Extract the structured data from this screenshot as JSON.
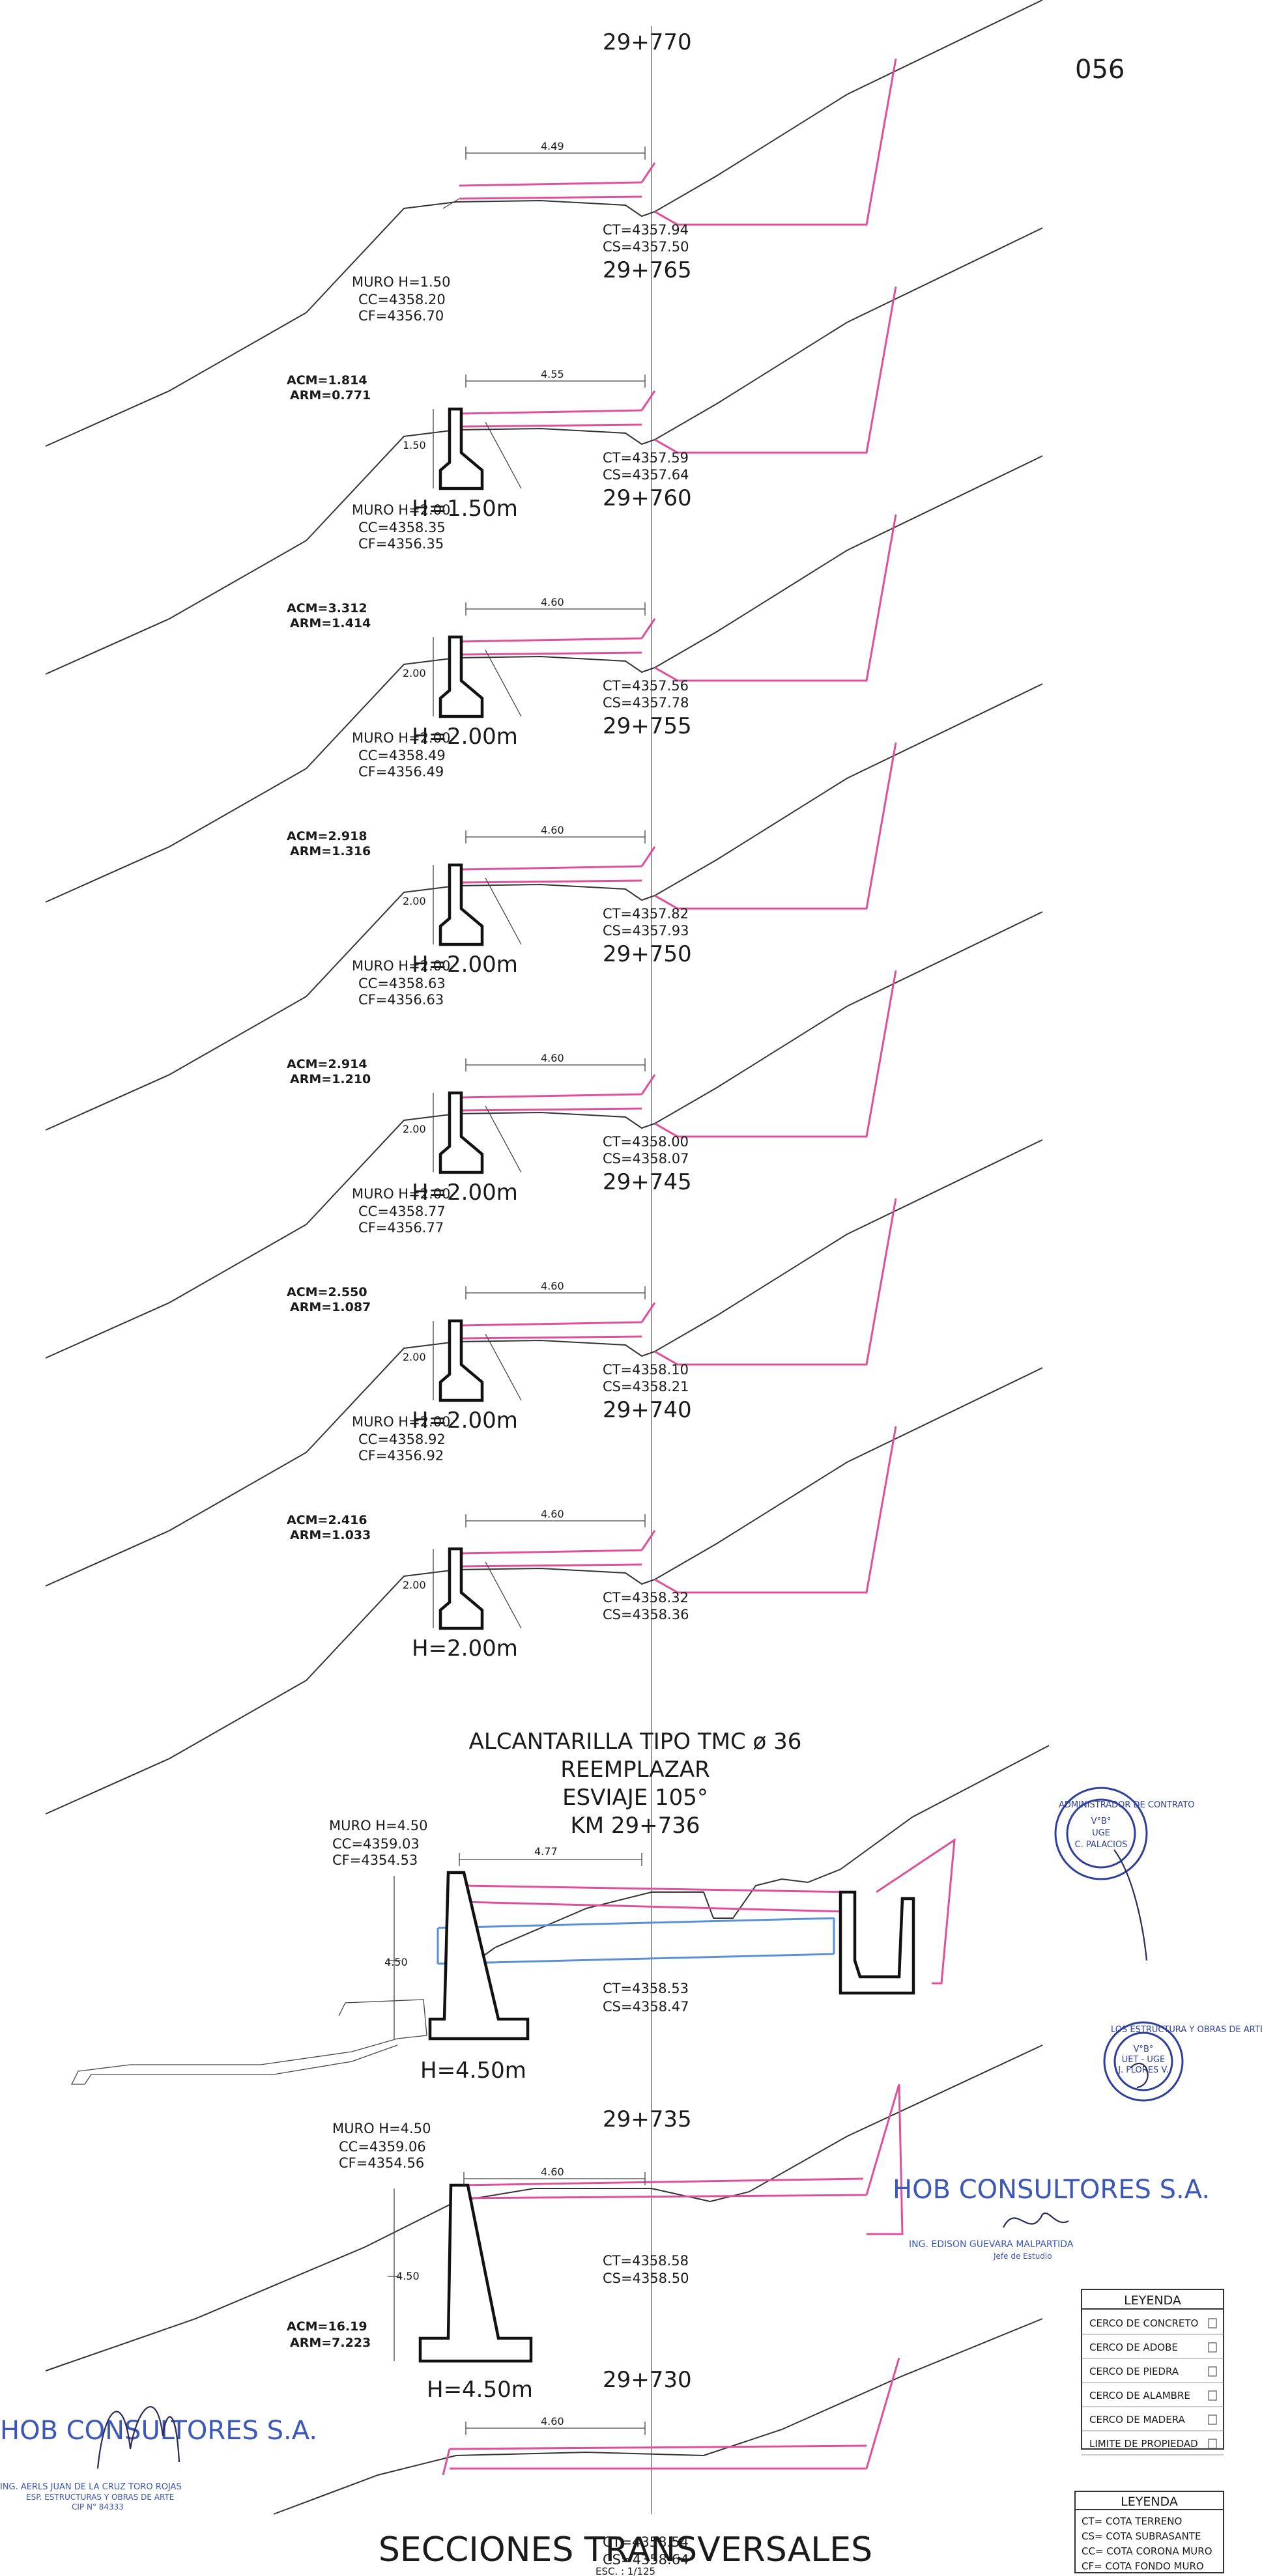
{
  "sheet": {
    "page_number": "056",
    "title": "SECCIONES TRANSVERSALES",
    "scale": "ESC. : 1/125"
  },
  "sections": [
    {
      "station": "29+770",
      "width": "4.49",
      "ct": "CT=4357.94",
      "cs": "CS=4357.50",
      "wall": null
    },
    {
      "station": "29+765",
      "width": "4.55",
      "ct": "CT=4357.59",
      "cs": "CS=4357.64",
      "wall": {
        "muro": "MURO  H=1.50",
        "cc": "CC=4358.20",
        "cf": "CF=4356.70",
        "acm": "ACM=1.814",
        "arm": "ARM=0.771",
        "hdim": "1.50",
        "h": "H=1.50m"
      }
    },
    {
      "station": "29+760",
      "width": "4.60",
      "ct": "CT=4357.56",
      "cs": "CS=4357.78",
      "wall": {
        "muro": "MURO  H=2.00",
        "cc": "CC=4358.35",
        "cf": "CF=4356.35",
        "acm": "ACM=3.312",
        "arm": "ARM=1.414",
        "hdim": "2.00",
        "h": "H=2.00m"
      }
    },
    {
      "station": "29+755",
      "width": "4.60",
      "ct": "CT=4357.82",
      "cs": "CS=4357.93",
      "wall": {
        "muro": "MURO  H=2.00",
        "cc": "CC=4358.49",
        "cf": "CF=4356.49",
        "acm": "ACM=2.918",
        "arm": "ARM=1.316",
        "hdim": "2.00",
        "h": "H=2.00m"
      }
    },
    {
      "station": "29+750",
      "width": "4.60",
      "ct": "CT=4358.00",
      "cs": "CS=4358.07",
      "wall": {
        "muro": "MURO  H=2.00",
        "cc": "CC=4358.63",
        "cf": "CF=4356.63",
        "acm": "ACM=2.914",
        "arm": "ARM=1.210",
        "hdim": "2.00",
        "h": "H=2.00m"
      }
    },
    {
      "station": "29+745",
      "width": "4.60",
      "ct": "CT=4358.10",
      "cs": "CS=4358.21",
      "wall": {
        "muro": "MURO  H=2.00",
        "cc": "CC=4358.77",
        "cf": "CF=4356.77",
        "acm": "ACM=2.550",
        "arm": "ARM=1.087",
        "hdim": "2.00",
        "h": "H=2.00m"
      }
    },
    {
      "station": "29+740",
      "width": "4.60",
      "ct": "CT=4358.32",
      "cs": "CS=4358.36",
      "wall": {
        "muro": "MURO  H=2.00",
        "cc": "CC=4358.92",
        "cf": "CF=4356.92",
        "acm": "ACM=2.416",
        "arm": "ARM=1.033",
        "hdim": "2.00",
        "h": "H=2.00m"
      }
    }
  ],
  "culvert": {
    "line1": "ALCANTARILLA TIPO TMC ø 36",
    "line2": "REEMPLAZAR",
    "line3": "ESVIAJE 105°",
    "line4": "KM 29+736",
    "muro": "MURO  H=4.50",
    "cc": "CC=4359.03",
    "cf": "CF=4354.53",
    "width": "4.77",
    "hdim": "4.50",
    "ct": "CT=4358.53",
    "cs": "CS=4358.47",
    "h": "H=4.50m"
  },
  "section_735": {
    "station": "29+735",
    "muro": "MURO  H=4.50",
    "cc": "CC=4359.06",
    "cf": "CF=4354.56",
    "width": "4.60",
    "hdim": "4.50",
    "ct": "CT=4358.58",
    "cs": "CS=4358.50",
    "acm": "ACM=16.19",
    "arm": "ARM=7.223",
    "h": "H=4.50m"
  },
  "section_730": {
    "station": "29+730",
    "width": "4.60",
    "ct": "CT=4358.54",
    "cs": "CS=4358.64"
  },
  "legend1": {
    "title": "LEYENDA",
    "items": [
      "CERCO DE CONCRETO",
      "CERCO DE ADOBE",
      "CERCO DE PIEDRA",
      "CERCO DE ALAMBRE",
      "CERCO DE MADERA",
      "LIMITE DE PROPIEDAD"
    ]
  },
  "legend2": {
    "title": "LEYENDA",
    "items": [
      "CT= COTA TERRENO",
      "CS= COTA SUBRASANTE",
      "CC= COTA CORONA MURO",
      "CF= COTA FONDO MURO"
    ]
  },
  "stamp1": {
    "top": "ADMINISTRADOR DE CONTRATO",
    "mid1": "V°B°",
    "mid2": "UGE",
    "name": "C. PALACIOS"
  },
  "stamp2": {
    "top": "LOS ESTRUCTURA Y OBRAS DE ARTE",
    "mid1": "V°B°",
    "mid2": "UET - UGE",
    "name": "J. FLORES V."
  },
  "company_right": {
    "name": "HOB CONSULTORES S.A.",
    "signer": "ING. EDISON GUEVARA MALPARTIDA",
    "role": "Jefe de Estudio"
  },
  "company_left": {
    "name": "HOB CONSULTORES S.A.",
    "signer": "ING. AERLS JUAN DE LA CRUZ TORO ROJAS",
    "role": "ESP. ESTRUCTURAS Y OBRAS DE ARTE",
    "cip": "CIP N° 84333"
  },
  "colors": {
    "line": "#333333",
    "pink": "#e0509a",
    "blue": "#5b8fd6",
    "stamp": "#2d3f9a"
  }
}
